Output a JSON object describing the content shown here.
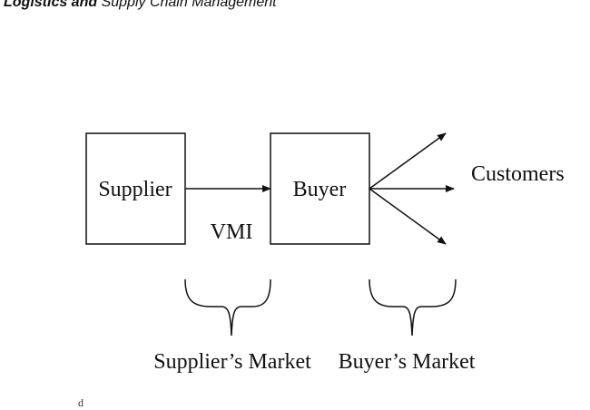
{
  "header": {
    "bold_part": "Logistics and",
    "rest": "Supply Chain Management"
  },
  "nodes": {
    "supplier": "Supplier",
    "buyer": "Buyer",
    "customers": "Customers"
  },
  "edge_label": "VMI",
  "markets": {
    "supplier_market": "Supplier’s Market",
    "buyer_market": "Buyer’s Market"
  },
  "footnote_mark": "d"
}
